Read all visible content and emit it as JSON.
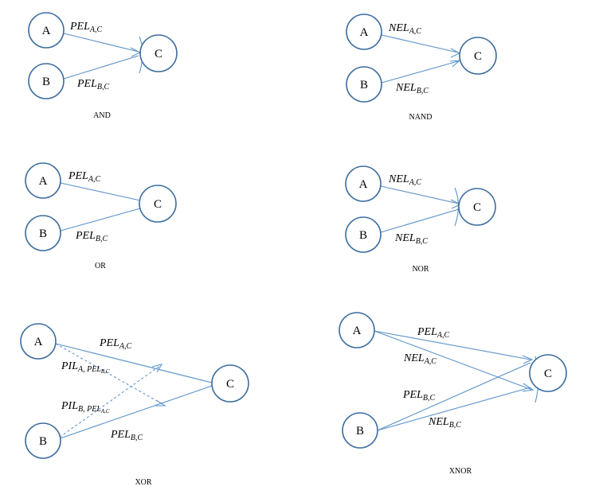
{
  "gates": [
    {
      "caption": "AND",
      "nodes": [
        "A",
        "B",
        "C"
      ],
      "edges": [
        {
          "from": "A",
          "to": "C",
          "base": "PEL",
          "sub": "A,C"
        },
        {
          "from": "B",
          "to": "C",
          "base": "PEL",
          "sub": "B,C"
        }
      ],
      "marker": "double-arc"
    },
    {
      "caption": "NAND",
      "nodes": [
        "A",
        "B",
        "C"
      ],
      "edges": [
        {
          "from": "A",
          "to": "C",
          "base": "NEL",
          "sub": "A,C"
        },
        {
          "from": "B",
          "to": "C",
          "base": "NEL",
          "sub": "B,C"
        }
      ],
      "marker": "arrow"
    },
    {
      "caption": "OR",
      "nodes": [
        "A",
        "B",
        "C"
      ],
      "edges": [
        {
          "from": "A",
          "to": "C",
          "base": "PEL",
          "sub": "A,C"
        },
        {
          "from": "B",
          "to": "C",
          "base": "PEL",
          "sub": "B,C"
        }
      ],
      "marker": "none"
    },
    {
      "caption": "NOR",
      "nodes": [
        "A",
        "B",
        "C"
      ],
      "edges": [
        {
          "from": "A",
          "to": "C",
          "base": "NEL",
          "sub": "A,C"
        },
        {
          "from": "B",
          "to": "C",
          "base": "NEL",
          "sub": "B,C"
        }
      ],
      "marker": "double-arc"
    },
    {
      "caption": "XOR",
      "nodes": [
        "A",
        "B",
        "C"
      ],
      "edges": [
        {
          "from": "A",
          "to": "C",
          "base": "PEL",
          "sub": "A,C"
        },
        {
          "from": "B",
          "to": "C",
          "base": "PEL",
          "sub": "B,C"
        },
        {
          "from": "A",
          "to": "B→C edge",
          "base": "PIL",
          "sub": "A, PEL",
          "sub2": "B,C",
          "style": "dashed"
        },
        {
          "from": "B",
          "to": "A→C edge",
          "base": "PIL",
          "sub": "B, PEL",
          "sub2": "A,C",
          "style": "dashed"
        }
      ]
    },
    {
      "caption": "XNOR",
      "nodes": [
        "A",
        "B",
        "C"
      ],
      "edges": [
        {
          "from": "A",
          "to": "C",
          "base": "PEL",
          "sub": "A,C"
        },
        {
          "from": "A",
          "to": "C",
          "base": "NEL",
          "sub": "A,C"
        },
        {
          "from": "B",
          "to": "C",
          "base": "PEL",
          "sub": "B,C"
        },
        {
          "from": "B",
          "to": "C",
          "base": "NEL",
          "sub": "B,C"
        }
      ]
    }
  ]
}
